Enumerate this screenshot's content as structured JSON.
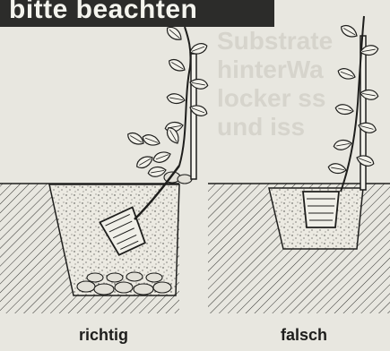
{
  "title": "bitte beachten",
  "background_text": "Substrate\nhinterWa\nlocker ss\nund iss",
  "captions": {
    "left": "richtig",
    "right": "falsch"
  },
  "colors": {
    "paper": "#e8e7e0",
    "ink": "#1e1e1c",
    "banner": "#2c2c2a",
    "banner_text": "#f4f4ee"
  }
}
